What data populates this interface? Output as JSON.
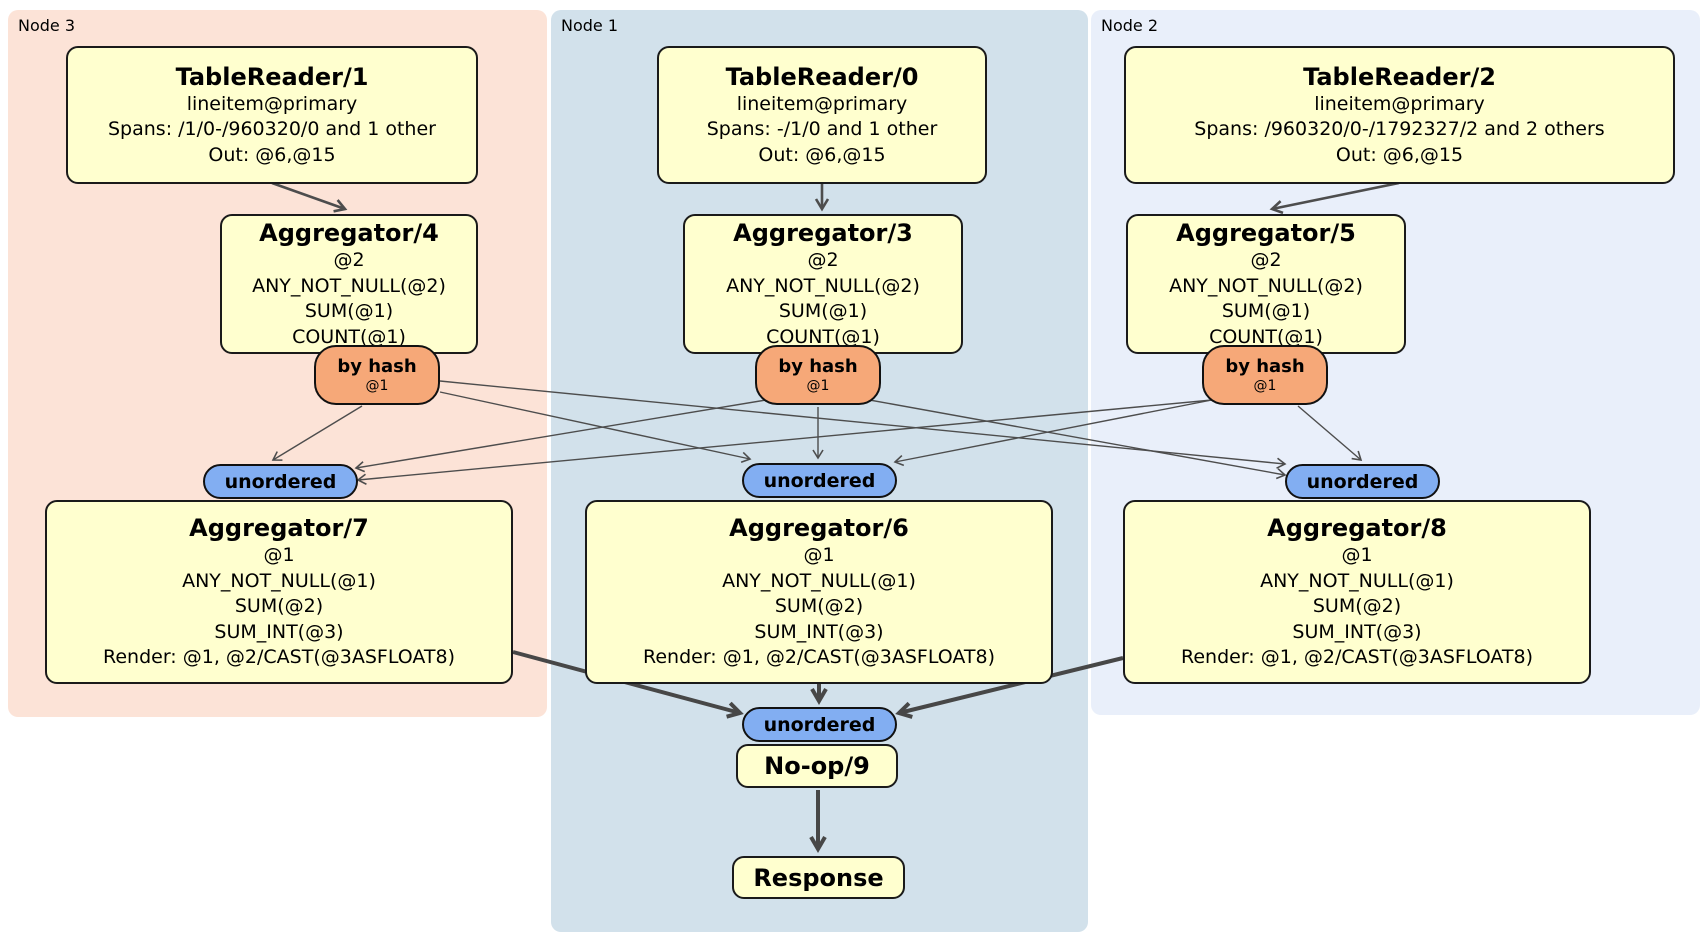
{
  "groups": {
    "node3": {
      "label": "Node 3"
    },
    "node1": {
      "label": "Node 1"
    },
    "node2": {
      "label": "Node 2"
    }
  },
  "boxes": {
    "tr1": {
      "title": "TableReader/1",
      "lines": [
        "lineitem@primary",
        "Spans: /1/0-/960320/0 and 1 other",
        "Out: @6,@15"
      ]
    },
    "tr0": {
      "title": "TableReader/0",
      "lines": [
        "lineitem@primary",
        "Spans: -/1/0 and 1 other",
        "Out: @6,@15"
      ]
    },
    "tr2": {
      "title": "TableReader/2",
      "lines": [
        "lineitem@primary",
        "Spans: /960320/0-/1792327/2 and 2 others",
        "Out: @6,@15"
      ]
    },
    "agg4": {
      "title": "Aggregator/4",
      "lines": [
        "@2",
        "ANY_NOT_NULL(@2)",
        "SUM(@1)",
        "COUNT(@1)"
      ]
    },
    "agg3": {
      "title": "Aggregator/3",
      "lines": [
        "@2",
        "ANY_NOT_NULL(@2)",
        "SUM(@1)",
        "COUNT(@1)"
      ]
    },
    "agg5": {
      "title": "Aggregator/5",
      "lines": [
        "@2",
        "ANY_NOT_NULL(@2)",
        "SUM(@1)",
        "COUNT(@1)"
      ]
    },
    "agg7": {
      "title": "Aggregator/7",
      "lines": [
        "@1",
        "ANY_NOT_NULL(@1)",
        "SUM(@2)",
        "SUM_INT(@3)",
        "Render: @1, @2/CAST(@3ASFLOAT8)"
      ]
    },
    "agg6": {
      "title": "Aggregator/6",
      "lines": [
        "@1",
        "ANY_NOT_NULL(@1)",
        "SUM(@2)",
        "SUM_INT(@3)",
        "Render: @1, @2/CAST(@3ASFLOAT8)"
      ]
    },
    "agg8": {
      "title": "Aggregator/8",
      "lines": [
        "@1",
        "ANY_NOT_NULL(@1)",
        "SUM(@2)",
        "SUM_INT(@3)",
        "Render: @1, @2/CAST(@3ASFLOAT8)"
      ]
    },
    "noop": {
      "title": "No-op/9"
    },
    "response": {
      "title": "Response"
    }
  },
  "routers": {
    "bh4": {
      "label": "by hash",
      "sub": "@1"
    },
    "bh3": {
      "label": "by hash",
      "sub": "@1"
    },
    "bh5": {
      "label": "by hash",
      "sub": "@1"
    }
  },
  "streams": {
    "uno7": {
      "label": "unordered"
    },
    "uno6": {
      "label": "unordered"
    },
    "uno8": {
      "label": "unordered"
    },
    "unoFinal": {
      "label": "unordered"
    }
  },
  "colors": {
    "node3_bg": "#fce3d7",
    "node1_bg": "#d2e1eb",
    "node2_bg": "#e9effa",
    "processor_fill": "#ffffcf",
    "processor_border": "#1a1a1a",
    "hash_router_fill": "#f6a878",
    "unordered_stream_fill": "#82aef2",
    "edge_gray": "#4d4d4d"
  }
}
